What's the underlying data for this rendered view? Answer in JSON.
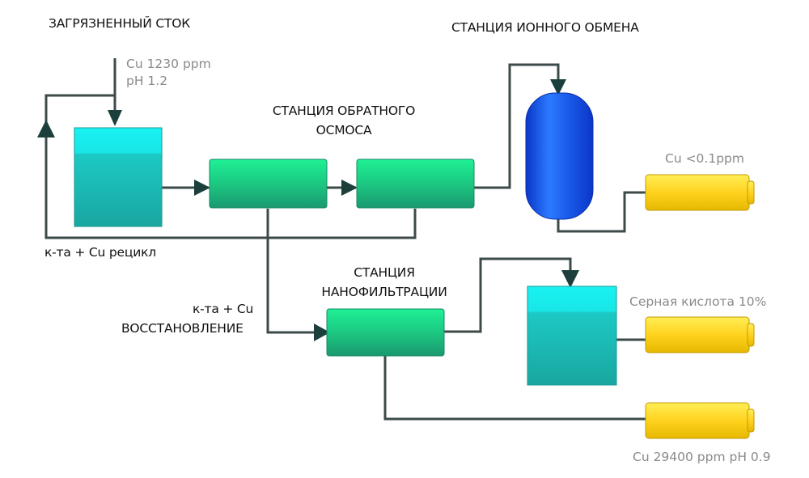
{
  "labels": {
    "polluted_inflow": "ЗАГРЯЗНЕННЫЙ СТОК",
    "inflow_cu": "Cu 1230 ppm",
    "inflow_ph": "pH 1.2",
    "ion_exchange": "СТАНЦИЯ ИОННОГО ОБМЕНА",
    "reverse_osmosis_line1": "СТАНЦИЯ ОБРАТНОГО",
    "reverse_osmosis_line2": "ОСМОСА",
    "product_cu": "Cu <0.1ppm",
    "recycle": "к-та + Cu рецикл",
    "nanofiltration_line1": "СТАНЦИЯ",
    "nanofiltration_line2": "НАНОФИЛЬТРАЦИИ",
    "recovery_line1": "к-та + Cu",
    "recovery_line2": "ВОССТАНОВЛЕНИЕ",
    "sulfuric_acid": "Серная кислота 10%",
    "concentrate": "Cu 29400 ppm pH 0.9"
  },
  "colors": {
    "pipe": "#3d4a4a",
    "arrow": "#1c3f3c",
    "tank_top": "#19f2f2",
    "tank_bottom": "#1aa6a0",
    "membrane_top": "#1ef094",
    "membrane_bottom": "#1a9970",
    "vessel_light": "#2b7bff",
    "vessel_dark": "#0a36c8",
    "container_light": "#ffee55",
    "container_dark": "#e6b800"
  }
}
